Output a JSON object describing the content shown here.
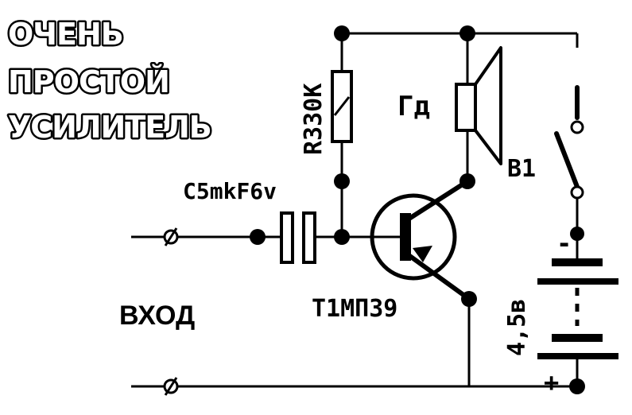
{
  "title": {
    "line1": "ОЧЕНЬ",
    "line2": "ПРОСТОЙ",
    "line3": "УСИЛИТЕЛЬ"
  },
  "labels": {
    "resistor": "R330K",
    "speaker": "Гд",
    "switch": "B1",
    "capacitor": "C5mkF6v",
    "input": "ВХОД",
    "transistor": "T1МП39",
    "battery": "4,5в",
    "battery_minus": "-",
    "battery_plus": "+"
  }
}
